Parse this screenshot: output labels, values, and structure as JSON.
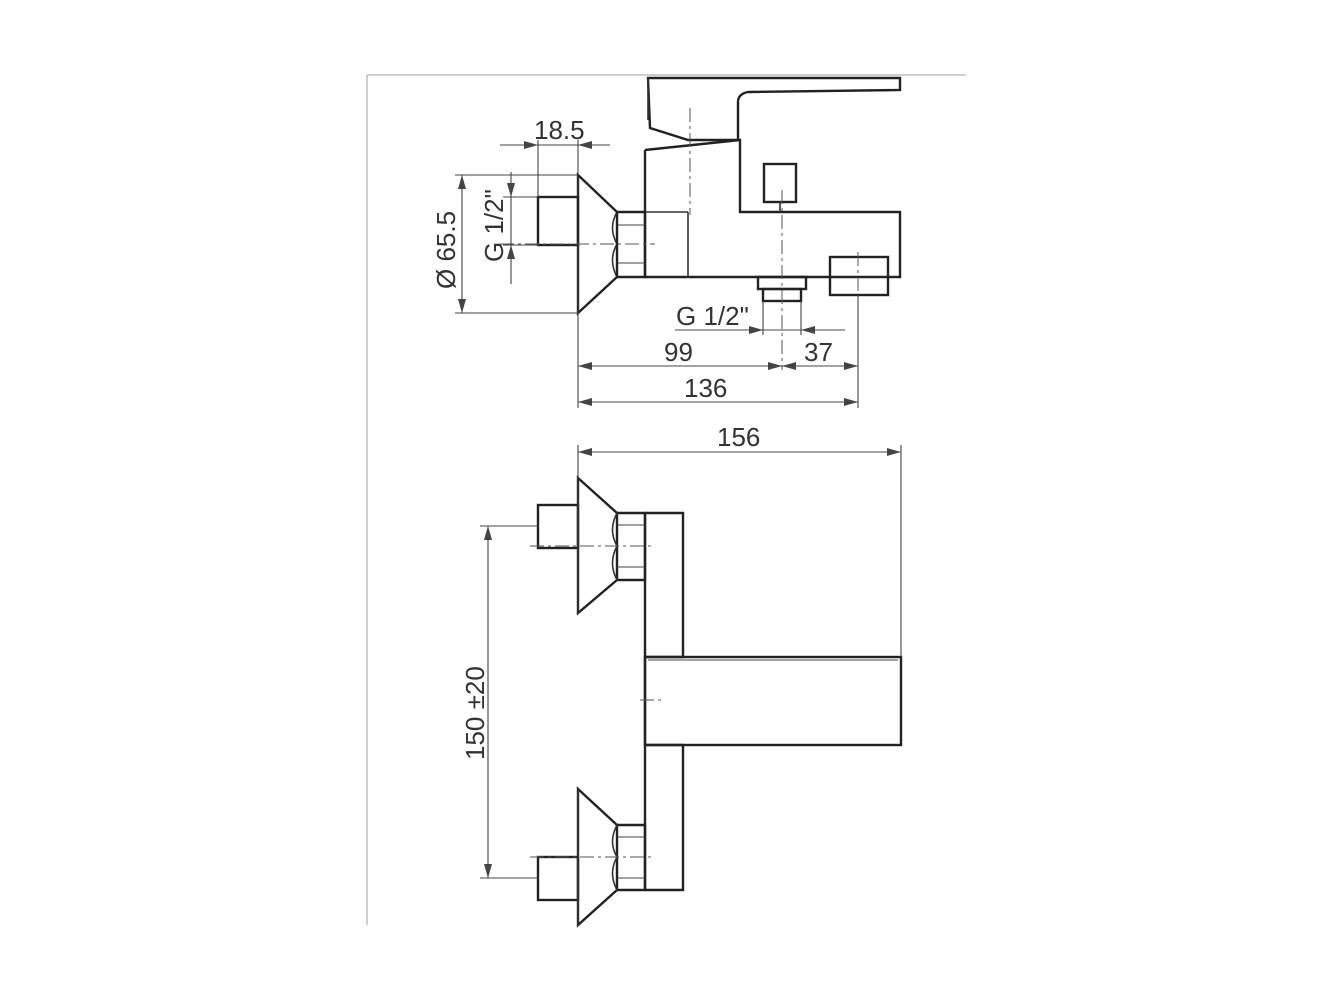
{
  "drawing": {
    "dimensions": {
      "top_view_width": "18.5",
      "flange_diameter": "Ø 65.5",
      "inlet_thread": "G 1/2\"",
      "outlet_thread": "G 1/2\"",
      "outlet_distance": "99",
      "spout_offset": "37",
      "overall_depth": "136",
      "overall_width": "156",
      "center_distance": "150 ±20"
    }
  }
}
